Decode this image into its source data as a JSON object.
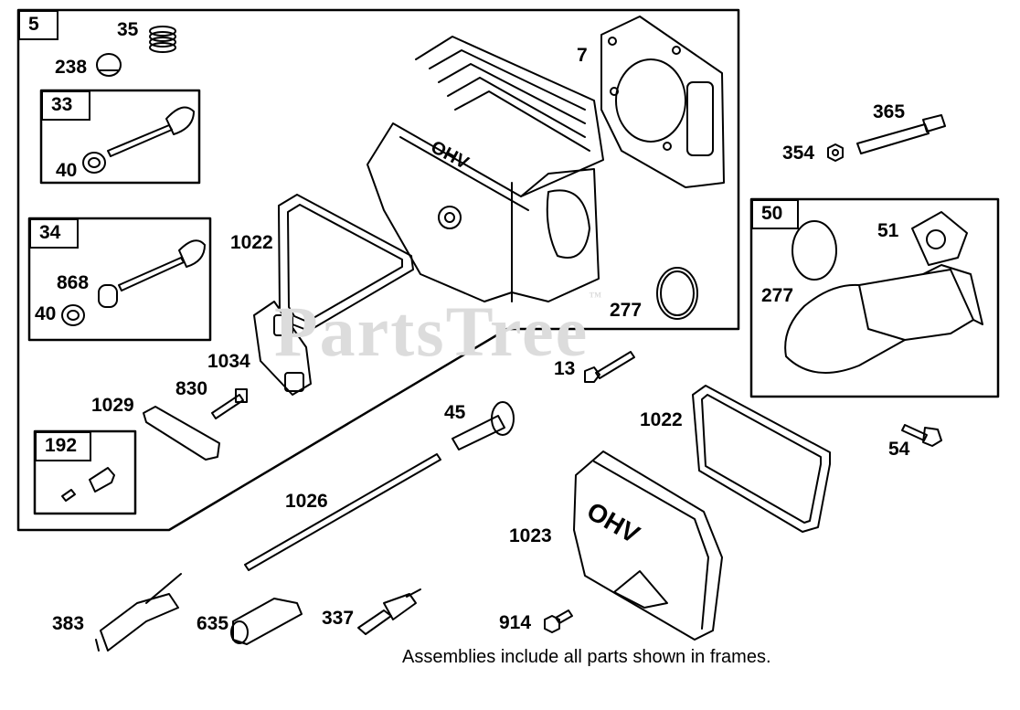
{
  "watermark": {
    "text": "PartsTree",
    "mark": "™"
  },
  "frames": {
    "f5": "5",
    "f33": "33",
    "f34": "34",
    "f192": "192",
    "f50": "50"
  },
  "labels": {
    "l35": "35",
    "l238": "238",
    "l40a": "40",
    "l868": "868",
    "l40b": "40",
    "l7": "7",
    "l1022a": "1022",
    "l277a": "277",
    "l1034": "1034",
    "l830": "830",
    "l1029": "1029",
    "l365": "365",
    "l354": "354",
    "l51": "51",
    "l277b": "277",
    "l13": "13",
    "l45": "45",
    "l1022b": "1022",
    "l54": "54",
    "l1026": "1026",
    "l1023": "1023",
    "l383": "383",
    "l635": "635",
    "l337": "337",
    "l914": "914"
  },
  "note": "Assemblies include all parts shown in frames."
}
